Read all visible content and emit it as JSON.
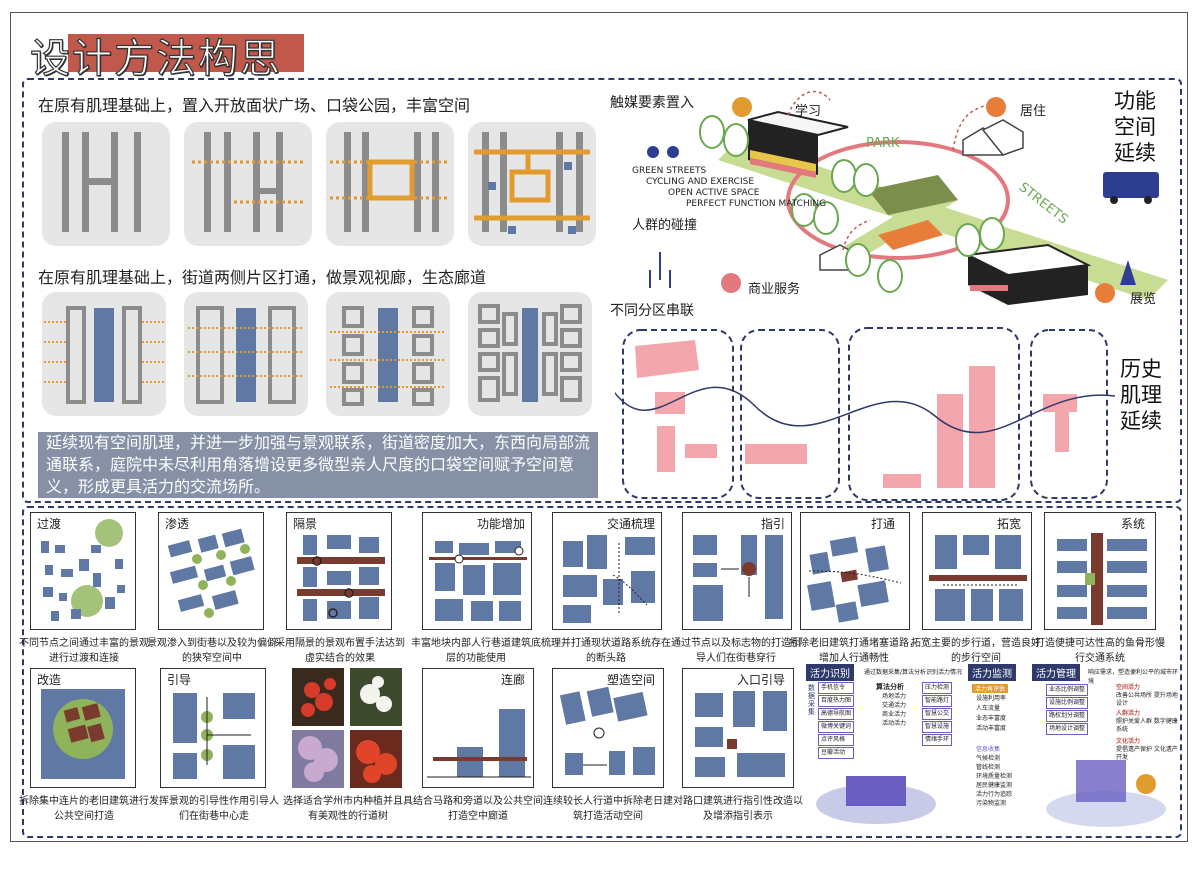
{
  "title": "设计方法构思",
  "section_top": {
    "heading1": "在原有肌理基础上，置入开放面状广场、口袋公园，丰富空间",
    "heading2": "在原有肌理基础上，街道两侧片区打通，做景观视廊，生态廊道",
    "description": "延续现有空间肌理，并进一步加强与景观联系，街道密度加大，东西向局部流通联系，庭院中未尽利用角落增设更多微型亲人尺度的口袋空间赋予空间意义，形成更具活力的交流场所。"
  },
  "right_diagram": {
    "trigger_label": "触媒要素置入",
    "study_label": "学习",
    "living_label": "居住",
    "park_label": "PARK",
    "streets_label": "STREETS",
    "small_lines": [
      "GREEN STREETS",
      "CYCLING AND EXERCISE",
      "OPEN ACTIVE SPACE",
      "PERFECT FUNCTION MATCHING"
    ],
    "crowd_label": "人群的碰撞",
    "commerce_label": "商业服务",
    "exhibition_label": "展览",
    "zone_label": "不同分区串联",
    "function_label": "功能空间延续",
    "history_label": "历史肌理延续"
  },
  "cards_row1": [
    {
      "title": "过渡",
      "caption": "不同节点之间通过丰富的景观进行过渡和连接"
    },
    {
      "title": "渗透",
      "caption": "景观渗入到街巷以及较为偏僻的狭窄空间中"
    },
    {
      "title": "隔景",
      "caption": "采用隔景的景观布置手法达到虚实结合的效果"
    },
    {
      "title": "功能增加",
      "caption": "丰富地块内部人行巷道建筑底层的功能使用"
    },
    {
      "title": "交通梳理",
      "caption": "梳理并打通现状道路系统存在的断头路"
    },
    {
      "title": "指引",
      "caption": "通过节点以及标志物的打造引导人们在街巷穿行"
    },
    {
      "title": "打通",
      "caption": "拆除老旧建筑打通堵塞道路，增加人行通畅性"
    },
    {
      "title": "拓宽",
      "caption": "拓宽主要的步行道，营造良好的步行空间"
    },
    {
      "title": "系统",
      "caption": "打造便捷可达性高的鱼骨形慢行交通系统"
    }
  ],
  "cards_row2": [
    {
      "title": "改造",
      "caption": "拆除集中连片的老旧建筑进行公共空间打造"
    },
    {
      "title": "引导",
      "caption": "发挥景观的引导性作用引导人们在街巷中心走"
    },
    {
      "title": "",
      "caption": "选择适合学州市内种植并且具有美观性的行道树"
    },
    {
      "title": "连廊",
      "caption": "结合马路和旁道以及公共空间打造空中廊道"
    },
    {
      "title": "塑造空间",
      "caption": "连续较长人行道中拆除老日建筑打造活动空间"
    },
    {
      "title": "入口引导",
      "caption": "对路口建筑进行指引性改造以及增添指引表示"
    }
  ],
  "vitality": {
    "tab1": "活力识别",
    "tab2": "活力监测",
    "tab3": "活力管理",
    "note1": "通过数据采集/算法分析识别活力情况",
    "note3": "响应需求，塑造便利公平的城市环境",
    "col_label": "数据采集",
    "data_items": [
      "手机信令",
      "百度热力图",
      "高德导航图",
      "微博关键词",
      "点评风格",
      "豆瓣活动"
    ],
    "algo_label": "算法分析",
    "algo_items": [
      "场地活力",
      "交通活力",
      "商业活力",
      "活动活力"
    ],
    "ai_items": [
      "压力检测",
      "智能路灯",
      "智慧公交",
      "智慧设施",
      "情绪手环"
    ],
    "monitor_head": "活力再评估",
    "monitor_items": [
      "设施利用率",
      "人车流量",
      "业态丰富度",
      "活动丰富度"
    ],
    "info_head": "信息收集",
    "info_items": [
      "气候检测",
      "管线检测",
      "环境质量检测",
      "居民健康监测",
      "活力行为追踪",
      "污染物监测"
    ],
    "mgmt_items": [
      "业态比例调整",
      "设施比例调整",
      "路权划分调整",
      "场地设计调整"
    ],
    "space_label": "空间活力",
    "space_sub": "改善公共场所 提升场地设计",
    "crowd_label": "人群活力",
    "crowd_sub": "照护关爱人群 数字健康系统",
    "culture_label": "文化活力",
    "culture_sub": "提倡遗产保护 文化遗产开发"
  },
  "colors": {
    "blue": "#5f79a4",
    "orange": "#e19b2f",
    "pink": "#f3a6ab",
    "green": "#8fb35a",
    "brown": "#7a3b2e",
    "navy": "#2e3a6a",
    "title": "#c0584b"
  }
}
